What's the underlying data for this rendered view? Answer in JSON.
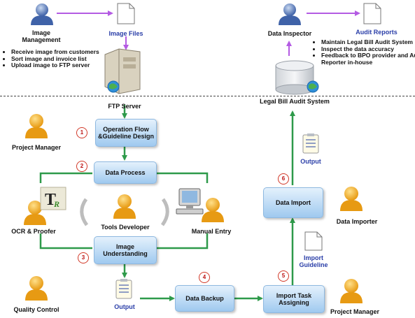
{
  "top": {
    "image_management": "Image Management",
    "image_files": "Image Files",
    "bullets": [
      "Receive image from customers",
      "Sort image and invoice list",
      "Upload image to FTP server"
    ],
    "ftp_server": "FTP Server",
    "data_inspector": "Data Inspector",
    "audit_reports": "Audit Reports",
    "inspector_bullets": [
      "Maintain Legal Bill Audit System",
      "Inspect the data accuracy",
      "Feedback to BPO provider and Audit Reporter in-house"
    ],
    "legal_system": "Legal Bill Audit System"
  },
  "steps": {
    "s1": {
      "num": "1",
      "label": "Operation Flow &Guideline Design"
    },
    "s2": {
      "num": "2",
      "label": "Data Process"
    },
    "s3": {
      "num": "3",
      "label": "Image Understanding"
    },
    "s4": {
      "num": "4",
      "label": "Data Backup"
    },
    "s5": {
      "num": "5",
      "label": "Import Task Assigning"
    },
    "s6": {
      "num": "6",
      "label": "Data Import"
    }
  },
  "roles": {
    "project_manager_top": "Project Manager",
    "ocr_proofer": "OCR & Proofer",
    "tools_developer": "Tools Developer",
    "manual_entry": "Manual Entry",
    "quality_control": "Quality Control",
    "data_importer": "Data Importer",
    "project_manager_bottom": "Project Manager"
  },
  "docs": {
    "output_bottom": "Output",
    "output_right": "Output",
    "import_guideline": "Import Guideline"
  },
  "colors": {
    "green_arrow": "#2e9a4a",
    "purple_arrow": "#b45be3",
    "process_box": "#a9d0f2",
    "number_red": "#d23a2a",
    "label_blue": "#2a3ea8"
  }
}
